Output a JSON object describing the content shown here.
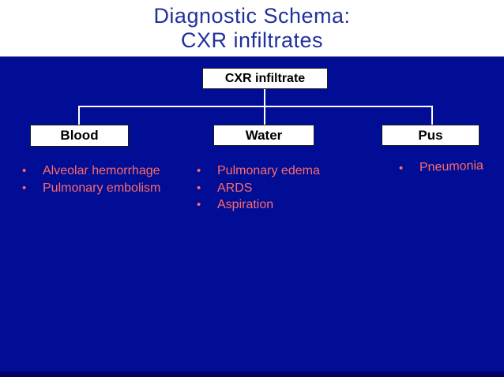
{
  "slide": {
    "title_line1": "Diagnostic Schema:",
    "title_line2": "CXR infiltrates"
  },
  "diagram": {
    "root_box_label": "CXR infiltrate",
    "branches": {
      "blood_label": "Blood",
      "water_label": "Water",
      "pus_label": "Pus"
    }
  },
  "lists": {
    "blood": {
      "items": [
        "Alveolar hemorrhage",
        "Pulmonary embolism"
      ]
    },
    "water": {
      "items": [
        "Pulmonary edema",
        "ARDS",
        "Aspiration"
      ]
    },
    "pus": {
      "items": [
        "Pneumonia"
      ]
    }
  },
  "bullet_char": "•",
  "colors": {
    "background_navy": "#000d94",
    "footer_navy": "#000068",
    "title_blue": "#21309c",
    "bullet_text_red": "#ff6b6b",
    "box_fill": "#ffffff",
    "box_border": "#1a1a1a",
    "box_text": "#000000",
    "connector_white": "#ffffff"
  }
}
